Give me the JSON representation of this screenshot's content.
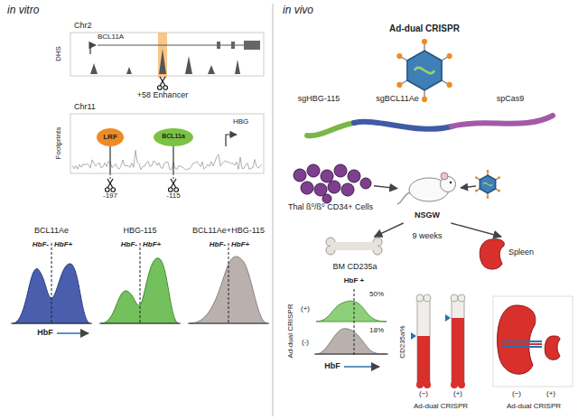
{
  "diagram": {
    "nodes": [
      {
        "text": [
          "BCL11Ae",
          "HbF-",
          "HbF+"
        ]
      },
      {
        "text": [
          "HBG-115",
          "HbF-",
          "HbF+"
        ]
      },
      {
        "text": [
          "BCL11Ae+HBG-115",
          "HbF-",
          "HbF+"
        ]
      },
      {
        "text": [
          "Thal ß⁰/ß⁰ CD34+ Cells"
        ]
      },
      {
        "text": [
          "NSGW"
        ]
      },
      {
        "text": [
          "BM CD235a"
        ]
      },
      {
        "text": [
          "Spleen"
        ]
      }
    ],
    "edges": [
      {
        "from": 3,
        "to": 4,
        "arrow": "to"
      },
      {
        "from": 4,
        "to": 5,
        "arrow": "to"
      },
      {
        "from": 4,
        "to": 6,
        "arrow": "to"
      }
    ],
    "labels": [
      "in vitro",
      "Chr2",
      "DHS",
      "BCL11A",
      "+58 Enhancer",
      "Chr11",
      "Footprints",
      "LRF",
      "BCL11a",
      "HBG",
      "-197",
      "-115",
      "HbF",
      "in vivo",
      "Ad-dual CRISPR",
      "sgHBG-115",
      "sgBCL11Ae",
      "spCas9",
      "9 weeks",
      "HbF +",
      "50%",
      "18%",
      "Ad-dual CRISPR",
      "(+)",
      "(-)",
      "HbF",
      "CD235a%",
      "(−)",
      "(+)",
      "Ad-dual CRISPR",
      "(−)",
      "(+)",
      "Ad-dual CRISPR"
    ]
  }
}
